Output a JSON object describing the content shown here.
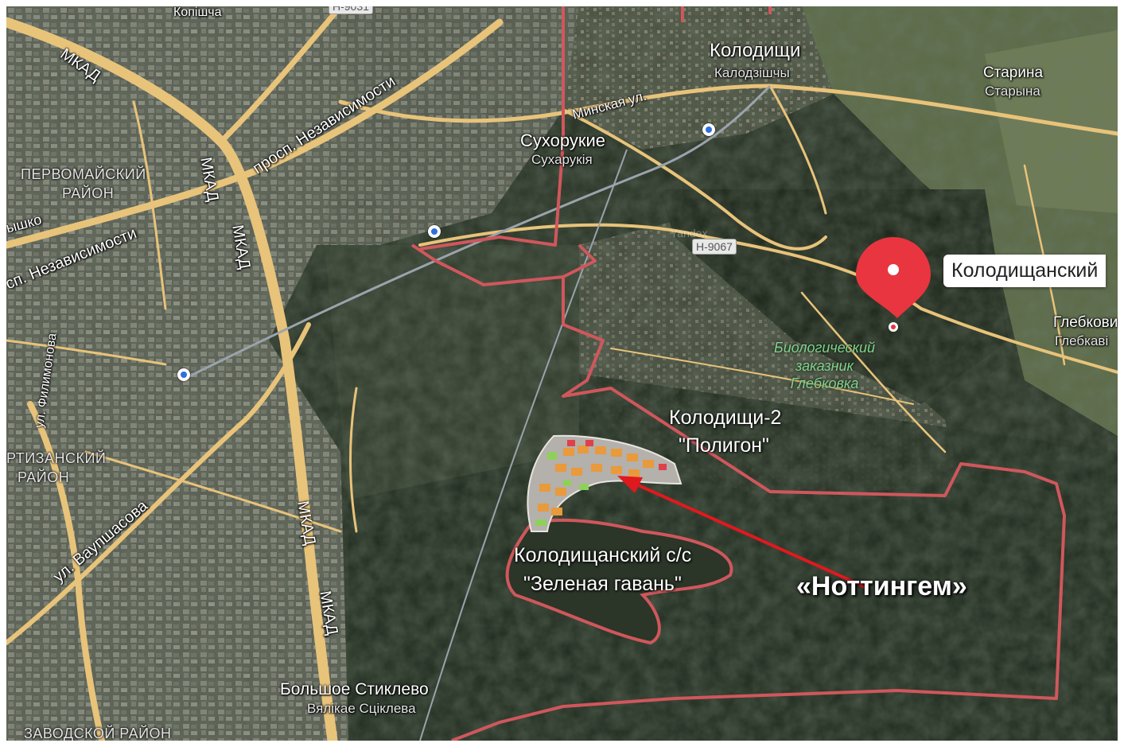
{
  "places": {
    "kolodishchi": "Колодищи",
    "kolodishchi_by": "Калодзішчы",
    "starina": "Старина",
    "starina_by": "Старына",
    "sukhorukie": "Сухорукие",
    "sukhorukie_by": "Сухарукія",
    "glebkovichi": "Глебкови",
    "glebkovichi_by": "Глебкаві",
    "bolshoe_stiklevo": "Большое Стиклево",
    "bolshoe_stiklevo_by": "Вялікае Сціклева",
    "kopishcha": "Копішча"
  },
  "districts": {
    "pervomaisky_1": "ПЕРВОМАЙСКИЙ",
    "pervomaisky_2": "РАЙОН",
    "partizansky_1": "РТИЗАНСКИЙ",
    "partizansky_2": "РАЙОН",
    "zavodskoy": "ЗАВОДСКОЙ РАЙОН"
  },
  "streets": {
    "mkad_1": "МКАД",
    "mkad_2": "МКАД",
    "mkad_3": "МКАД",
    "mkad_4": "МКАД",
    "mkad_5": "МКАД",
    "nezavisimosti_1": "просп. Независимости",
    "nezavisimosti_2": "сп. Независимости",
    "minskaya": "Минская ул.",
    "filimonova": "ул. Филимонова",
    "vaupshasova": "ул. Ваупшасова",
    "yshko": "ышко"
  },
  "road_badges": {
    "h9067": "Н-9067",
    "h9031": "Н-9031"
  },
  "watermark": "Yandex",
  "marker": {
    "label": "Колодищанский",
    "color": "#e8353f"
  },
  "reserve": {
    "line1": "Биологический",
    "line2": "заказник",
    "line3": "Глебковка"
  },
  "annotations": {
    "kolodishchi2_line1": "Колодищи-2",
    "kolodishchi2_line2": "\"Полигон\"",
    "kolodishchansky_ss_line1": "Колодищанский с/с",
    "kolodishchansky_ss_line2": "\"Зеленая гавань\"",
    "nottingham": "«Ноттингем»"
  },
  "colors": {
    "boundary": "#d0575c",
    "arrow": "#e0191f",
    "road": "#e8c37a",
    "metro": "#2f6fe0"
  },
  "icons": {
    "metro": "metro-station-icon",
    "marker": "map-pin-icon"
  }
}
